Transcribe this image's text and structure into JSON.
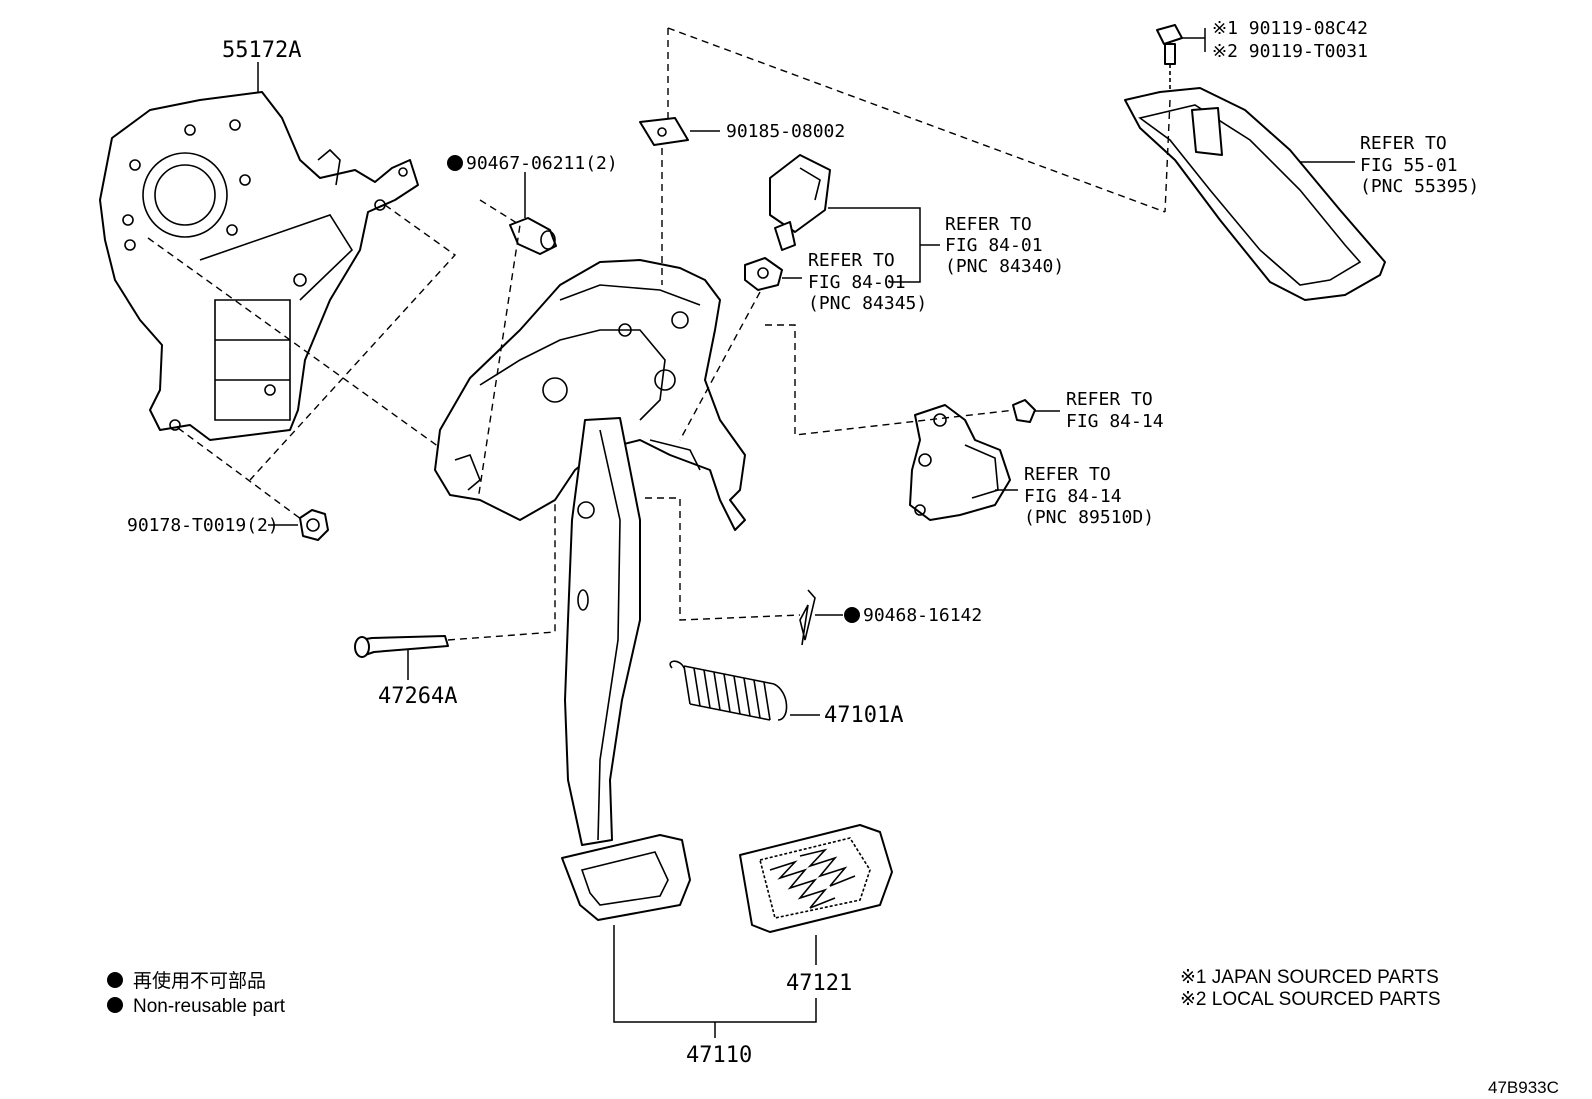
{
  "labels": {
    "bracket": "55172A",
    "nut_90178": "90178-T0019(2)",
    "bushing_90467": "90467-06211(2)",
    "clip_90185": "90185-08002",
    "bolt_1": "※1 90119-08C42",
    "bolt_2": "※2 90119-T0031",
    "refer_55395_l1": "REFER TO",
    "refer_55395_l2": "FIG 55-01",
    "refer_55395_l3": "(PNC 55395)",
    "refer_84340_l1": "REFER TO",
    "refer_84340_l2": "FIG 84-01",
    "refer_84340_l3": "(PNC 84340)",
    "refer_84345_l1": "REFER TO",
    "refer_84345_l2": "FIG 84-01",
    "refer_84345_l3": "(PNC 84345)",
    "refer_8414_l1": "REFER TO",
    "refer_8414_l2": "FIG 84-14",
    "refer_89510_l1": "REFER TO",
    "refer_89510_l2": "FIG 84-14",
    "refer_89510_l3": "(PNC 89510D)",
    "clip_90468": "90468-16142",
    "pin": "47264A",
    "spring": "47101A",
    "pedal_pad": "47121",
    "pedal_assy": "47110"
  },
  "legend": {
    "jp": "再使用不可部品",
    "en": "Non-reusable part"
  },
  "notes": {
    "note1": "※1 JAPAN SOURCED PARTS",
    "note2": "※2 LOCAL SOURCED PARTS"
  },
  "figure_id": "47B933C",
  "colors": {
    "line": "#000000",
    "background": "#ffffff"
  }
}
